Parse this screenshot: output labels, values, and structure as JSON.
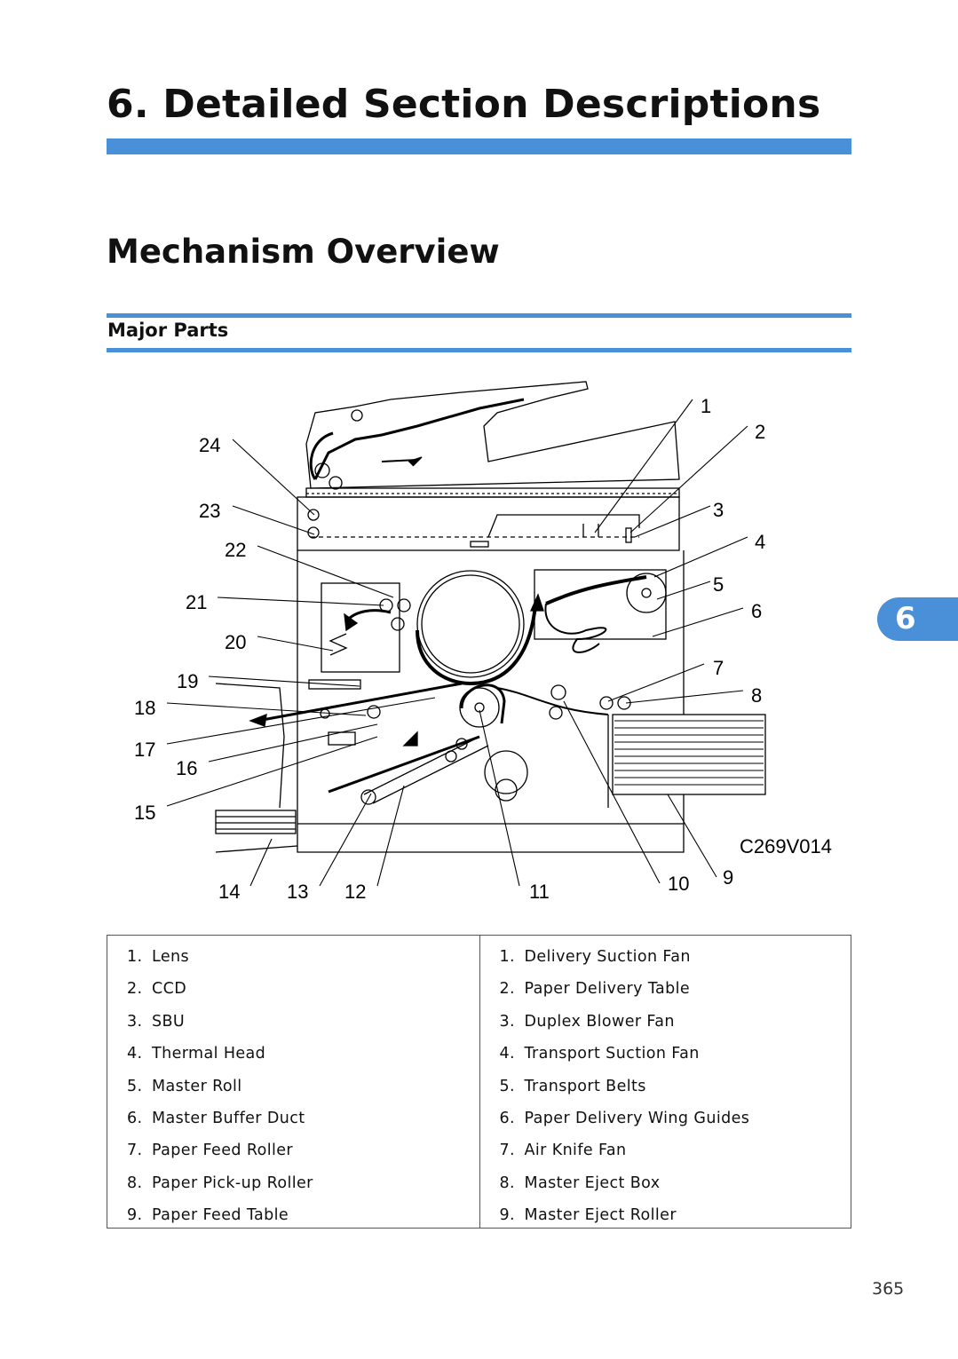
{
  "header": {
    "chapter_title": "6. Detailed Section Descriptions",
    "section_title": "Mechanism Overview",
    "subsection_title": "Major Parts"
  },
  "diagram": {
    "figure_code": "C269V014",
    "callouts": [
      "1",
      "2",
      "3",
      "4",
      "5",
      "6",
      "7",
      "8",
      "9",
      "10",
      "11",
      "12",
      "13",
      "14",
      "15",
      "16",
      "17",
      "18",
      "19",
      "20",
      "21",
      "22",
      "23",
      "24"
    ]
  },
  "parts_table": {
    "left": [
      {
        "num": "1.",
        "label": "Lens"
      },
      {
        "num": "2.",
        "label": "CCD"
      },
      {
        "num": "3.",
        "label": "SBU"
      },
      {
        "num": "4.",
        "label": "Thermal Head"
      },
      {
        "num": "5.",
        "label": "Master Roll"
      },
      {
        "num": "6.",
        "label": "Master Buffer Duct"
      },
      {
        "num": "7.",
        "label": "Paper Feed Roller"
      },
      {
        "num": "8.",
        "label": "Paper Pick-up Roller"
      },
      {
        "num": "9.",
        "label": "Paper Feed Table"
      }
    ],
    "right": [
      {
        "num": "1.",
        "label": "Delivery Suction Fan"
      },
      {
        "num": "2.",
        "label": "Paper Delivery Table"
      },
      {
        "num": "3.",
        "label": "Duplex Blower Fan"
      },
      {
        "num": "4.",
        "label": "Transport Suction Fan"
      },
      {
        "num": "5.",
        "label": "Transport Belts"
      },
      {
        "num": "6.",
        "label": "Paper Delivery Wing Guides"
      },
      {
        "num": "7.",
        "label": "Air Knife Fan"
      },
      {
        "num": "8.",
        "label": "Master Eject Box"
      },
      {
        "num": "9.",
        "label": "Master Eject Roller"
      }
    ]
  },
  "chapter_tab": {
    "label": "6"
  },
  "footer": {
    "page_number": "365"
  },
  "colors": {
    "accent": "#4a90d9"
  }
}
